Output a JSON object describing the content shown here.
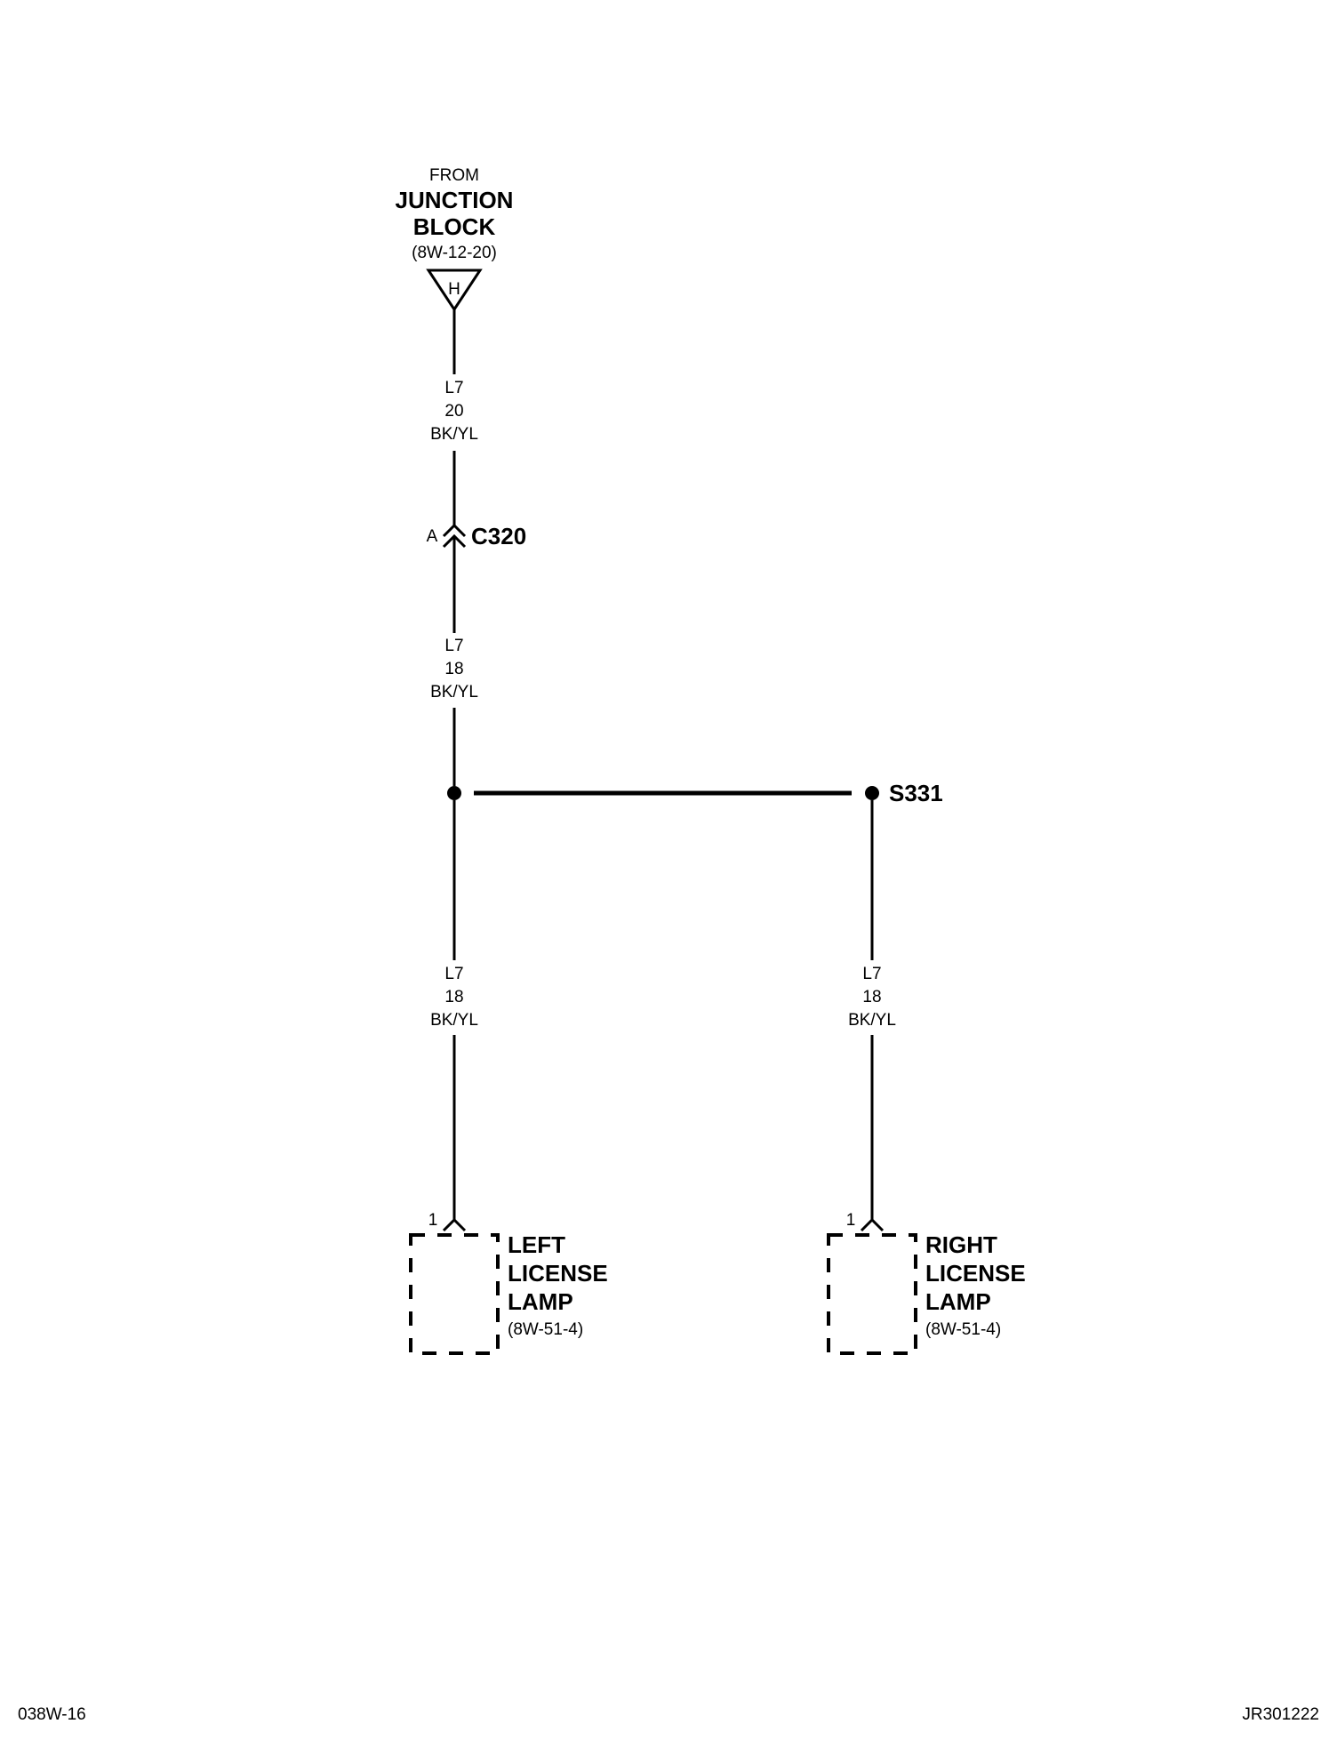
{
  "source": {
    "from_label": "FROM",
    "name_line1": "JUNCTION",
    "name_line2": "BLOCK",
    "ref": "(8W-12-20)",
    "pin": "H"
  },
  "wires": {
    "upper": {
      "circuit": "L7",
      "gauge": "20",
      "color": "BK/YL"
    },
    "middle": {
      "circuit": "L7",
      "gauge": "18",
      "color": "BK/YL"
    },
    "left": {
      "circuit": "L7",
      "gauge": "18",
      "color": "BK/YL"
    },
    "right": {
      "circuit": "L7",
      "gauge": "18",
      "color": "BK/YL"
    }
  },
  "connector": {
    "name": "C320",
    "cavity": "A"
  },
  "splice": {
    "name": "S331"
  },
  "left_lamp": {
    "pin": "1",
    "line1": "LEFT",
    "line2": "LICENSE",
    "line3": "LAMP",
    "ref": "(8W-51-4)"
  },
  "right_lamp": {
    "pin": "1",
    "line1": "RIGHT",
    "line2": "LICENSE",
    "line3": "LAMP",
    "ref": "(8W-51-4)"
  },
  "footer": {
    "left_code": "038W-16",
    "right_code": "JR301222"
  }
}
